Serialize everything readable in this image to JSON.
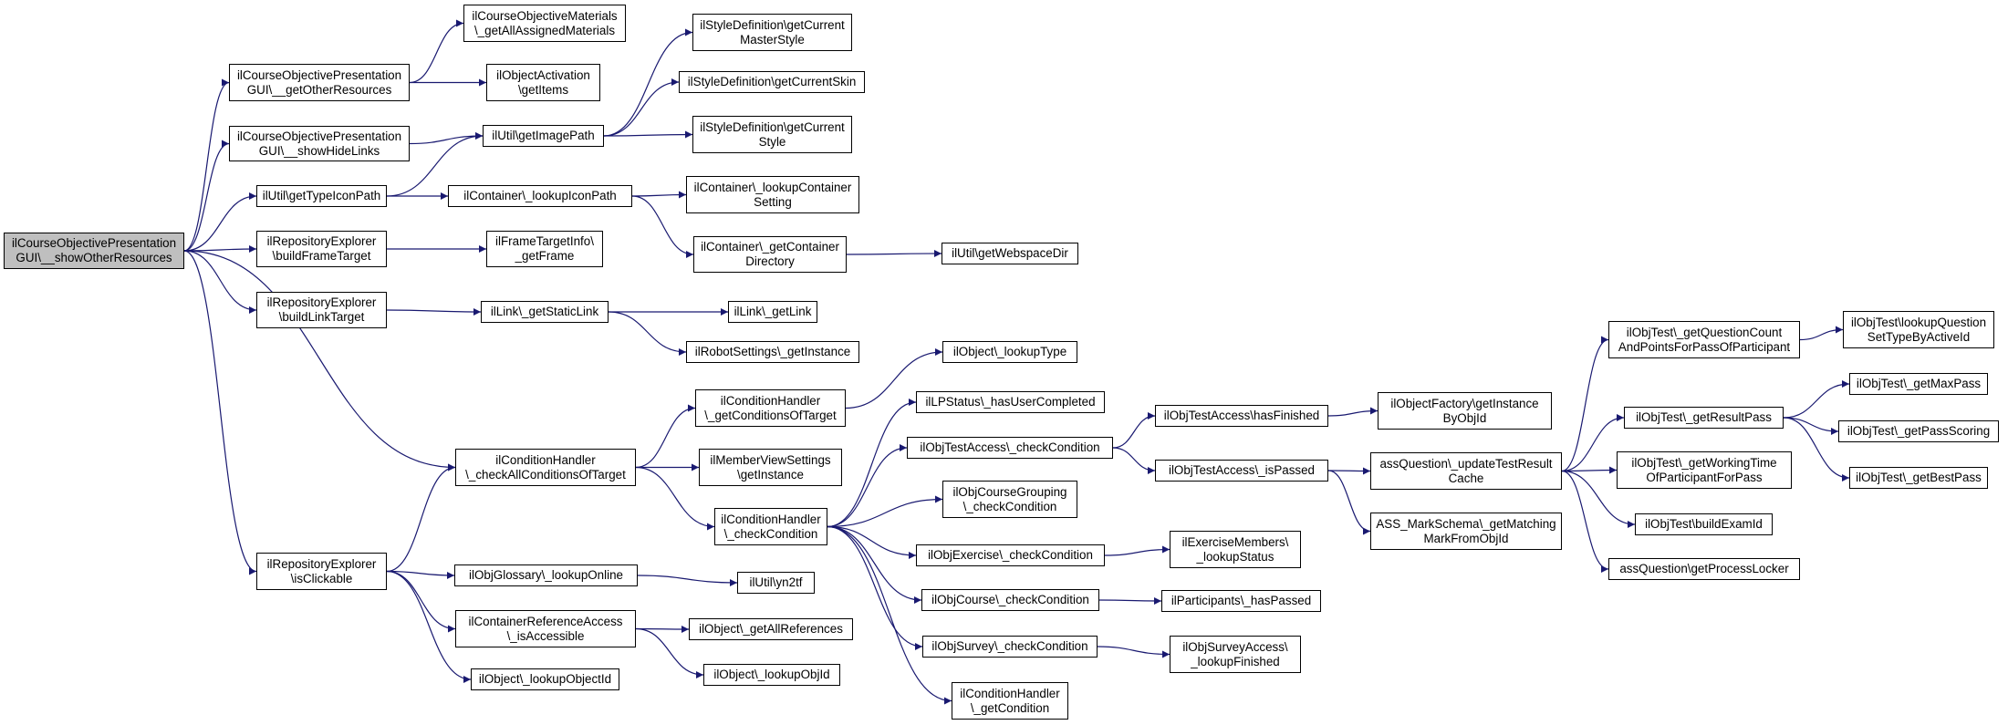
{
  "nodes": [
    {
      "id": "root",
      "label": "ilCourseObjectivePresentation\nGUI\\__showOtherResources",
      "root": true
    },
    {
      "id": "n1",
      "label": "ilCourseObjectivePresentation\nGUI\\__getOtherResources"
    },
    {
      "id": "n2",
      "label": "ilCourseObjectivePresentation\nGUI\\__showHideLinks"
    },
    {
      "id": "n3",
      "label": "ilUtil\\getTypeIconPath"
    },
    {
      "id": "n4",
      "label": "ilRepositoryExplorer\n\\buildFrameTarget"
    },
    {
      "id": "n5",
      "label": "ilRepositoryExplorer\n\\buildLinkTarget"
    },
    {
      "id": "n6",
      "label": "ilConditionHandler\n\\_checkAllConditionsOfTarget"
    },
    {
      "id": "n7",
      "label": "ilRepositoryExplorer\n\\isClickable"
    },
    {
      "id": "n8",
      "label": "ilCourseObjectiveMaterials\n\\_getAllAssignedMaterials"
    },
    {
      "id": "n9",
      "label": "ilObjectActivation\n\\getItems"
    },
    {
      "id": "n10",
      "label": "ilUtil\\getImagePath"
    },
    {
      "id": "n11",
      "label": "ilContainer\\_lookupIconPath"
    },
    {
      "id": "n12",
      "label": "ilFrameTargetInfo\\\n_getFrame"
    },
    {
      "id": "n13",
      "label": "ilLink\\_getStaticLink"
    },
    {
      "id": "n14",
      "label": "ilStyleDefinition\\getCurrent\nMasterStyle"
    },
    {
      "id": "n15",
      "label": "ilStyleDefinition\\getCurrentSkin"
    },
    {
      "id": "n16",
      "label": "ilStyleDefinition\\getCurrent\nStyle"
    },
    {
      "id": "n17",
      "label": "ilContainer\\_lookupContainer\nSetting"
    },
    {
      "id": "n18",
      "label": "ilContainer\\_getContainer\nDirectory"
    },
    {
      "id": "n19",
      "label": "ilUtil\\getWebspaceDir"
    },
    {
      "id": "n20",
      "label": "ilLink\\_getLink"
    },
    {
      "id": "n21",
      "label": "ilRobotSettings\\_getInstance"
    },
    {
      "id": "n22",
      "label": "ilConditionHandler\n\\_getConditionsOfTarget"
    },
    {
      "id": "n23",
      "label": "ilMemberViewSettings\n\\getInstance"
    },
    {
      "id": "n24",
      "label": "ilConditionHandler\n\\_checkCondition"
    },
    {
      "id": "n25",
      "label": "ilObject\\_lookupType"
    },
    {
      "id": "n26",
      "label": "ilLPStatus\\_hasUserCompleted"
    },
    {
      "id": "n27",
      "label": "ilObjTestAccess\\_checkCondition"
    },
    {
      "id": "n28",
      "label": "ilObjCourseGrouping\n\\_checkCondition"
    },
    {
      "id": "n29",
      "label": "ilObjExercise\\_checkCondition"
    },
    {
      "id": "n30",
      "label": "ilObjCourse\\_checkCondition"
    },
    {
      "id": "n31",
      "label": "ilObjSurvey\\_checkCondition"
    },
    {
      "id": "n32",
      "label": "ilConditionHandler\n\\_getCondition"
    },
    {
      "id": "n33",
      "label": "ilObjGlossary\\_lookupOnline"
    },
    {
      "id": "n34",
      "label": "ilUtil\\yn2tf"
    },
    {
      "id": "n35",
      "label": "ilContainerReferenceAccess\n\\_isAccessible"
    },
    {
      "id": "n36",
      "label": "ilObject\\_getAllReferences"
    },
    {
      "id": "n37",
      "label": "ilObject\\_lookupObjectId"
    },
    {
      "id": "n38",
      "label": "ilObject\\_lookupObjId"
    },
    {
      "id": "n39",
      "label": "ilObjTestAccess\\hasFinished"
    },
    {
      "id": "n40",
      "label": "ilObjTestAccess\\_isPassed"
    },
    {
      "id": "n41",
      "label": "ilObjectFactory\\getInstance\nByObjId"
    },
    {
      "id": "n42",
      "label": "assQuestion\\_updateTestResult\nCache"
    },
    {
      "id": "n43",
      "label": "ASS_MarkSchema\\_getMatching\nMarkFromObjId"
    },
    {
      "id": "n44",
      "label": "ilExerciseMembers\\\n_lookupStatus"
    },
    {
      "id": "n45",
      "label": "ilParticipants\\_hasPassed"
    },
    {
      "id": "n46",
      "label": "ilObjSurveyAccess\\\n_lookupFinished"
    },
    {
      "id": "n47",
      "label": "ilObjTest\\_getQuestionCount\nAndPointsForPassOfParticipant"
    },
    {
      "id": "n48",
      "label": "ilObjTest\\_getResultPass"
    },
    {
      "id": "n49",
      "label": "ilObjTest\\_getWorkingTime\nOfParticipantForPass"
    },
    {
      "id": "n50",
      "label": "ilObjTest\\buildExamId"
    },
    {
      "id": "n51",
      "label": "assQuestion\\getProcessLocker"
    },
    {
      "id": "n52",
      "label": "ilObjTest\\lookupQuestion\nSetTypeByActiveId"
    },
    {
      "id": "n53",
      "label": "ilObjTest\\_getMaxPass"
    },
    {
      "id": "n54",
      "label": "ilObjTest\\_getPassScoring"
    },
    {
      "id": "n55",
      "label": "ilObjTest\\_getBestPass"
    }
  ],
  "edges": [
    [
      "root",
      "n1"
    ],
    [
      "root",
      "n2"
    ],
    [
      "root",
      "n3"
    ],
    [
      "root",
      "n4"
    ],
    [
      "root",
      "n5"
    ],
    [
      "root",
      "n6"
    ],
    [
      "root",
      "n7"
    ],
    [
      "n1",
      "n8"
    ],
    [
      "n1",
      "n9"
    ],
    [
      "n2",
      "n10"
    ],
    [
      "n3",
      "n10"
    ],
    [
      "n3",
      "n11"
    ],
    [
      "n4",
      "n12"
    ],
    [
      "n5",
      "n13"
    ],
    [
      "n10",
      "n14"
    ],
    [
      "n10",
      "n15"
    ],
    [
      "n10",
      "n16"
    ],
    [
      "n11",
      "n17"
    ],
    [
      "n11",
      "n18"
    ],
    [
      "n18",
      "n19"
    ],
    [
      "n13",
      "n20"
    ],
    [
      "n13",
      "n21"
    ],
    [
      "n6",
      "n22"
    ],
    [
      "n6",
      "n23"
    ],
    [
      "n6",
      "n24"
    ],
    [
      "n22",
      "n25"
    ],
    [
      "n24",
      "n26"
    ],
    [
      "n24",
      "n27"
    ],
    [
      "n24",
      "n28"
    ],
    [
      "n24",
      "n29"
    ],
    [
      "n24",
      "n30"
    ],
    [
      "n24",
      "n31"
    ],
    [
      "n24",
      "n32"
    ],
    [
      "n7",
      "n6"
    ],
    [
      "n7",
      "n33"
    ],
    [
      "n7",
      "n35"
    ],
    [
      "n7",
      "n37"
    ],
    [
      "n33",
      "n34"
    ],
    [
      "n35",
      "n36"
    ],
    [
      "n35",
      "n38"
    ],
    [
      "n27",
      "n39"
    ],
    [
      "n27",
      "n40"
    ],
    [
      "n39",
      "n41"
    ],
    [
      "n40",
      "n42"
    ],
    [
      "n40",
      "n43"
    ],
    [
      "n29",
      "n44"
    ],
    [
      "n30",
      "n45"
    ],
    [
      "n31",
      "n46"
    ],
    [
      "n42",
      "n47"
    ],
    [
      "n42",
      "n48"
    ],
    [
      "n42",
      "n49"
    ],
    [
      "n42",
      "n50"
    ],
    [
      "n42",
      "n51"
    ],
    [
      "n47",
      "n52"
    ],
    [
      "n48",
      "n53"
    ],
    [
      "n48",
      "n54"
    ],
    [
      "n48",
      "n55"
    ]
  ],
  "colors": {
    "edge": "#191970",
    "node_border": "#000000",
    "root_fill": "#bfbfbf",
    "node_fill": "#ffffff"
  }
}
